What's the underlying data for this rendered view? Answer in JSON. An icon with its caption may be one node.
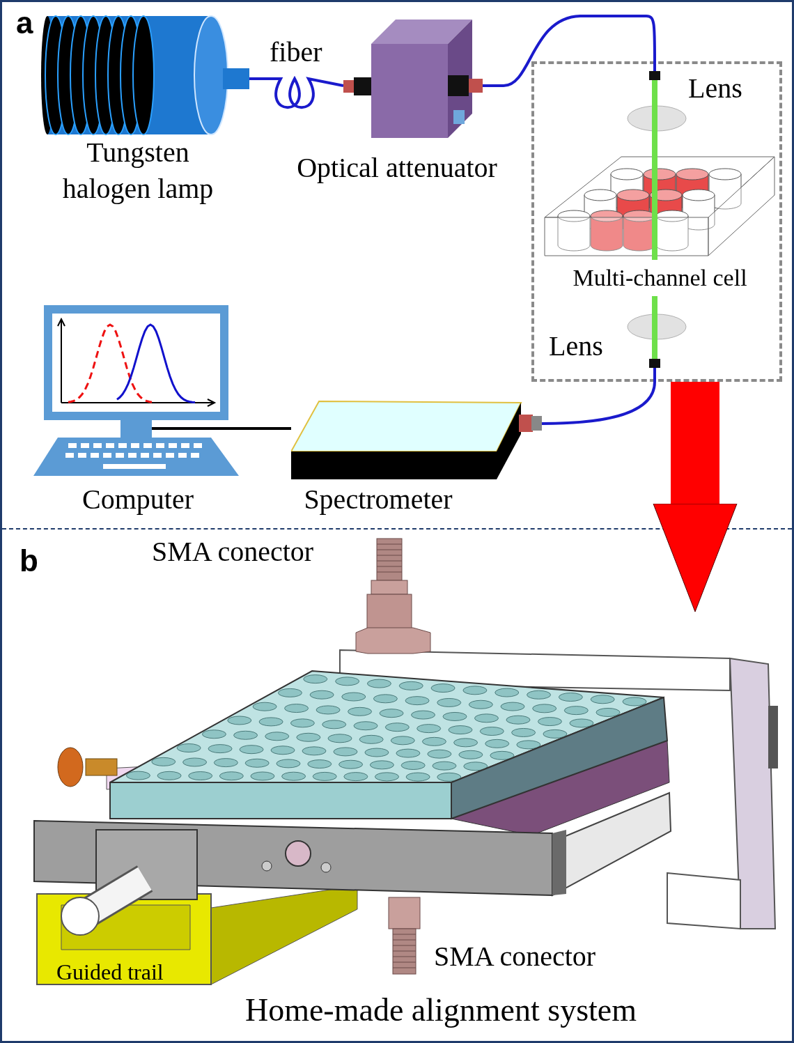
{
  "diagram": {
    "nodes": [
      {
        "text": [],
        "shape": "picture",
        "beside": [
          "Tungsten halogen lamp"
        ]
      },
      {
        "text": [],
        "shape": "picture",
        "beside": [
          "Optical attenuator"
        ]
      },
      {
        "text": [],
        "shape": "box"
      },
      {
        "text": [],
        "shape": "ellipse",
        "in": 2,
        "beside": [
          "Lens"
        ]
      },
      {
        "text": [],
        "shape": "picture",
        "in": 2,
        "beside": [
          "Multi-channel cell"
        ]
      },
      {
        "text": [],
        "shape": "ellipse",
        "in": 2,
        "beside": [
          "Lens"
        ]
      },
      {
        "text": [],
        "shape": "picture",
        "beside": [
          "Computer"
        ]
      },
      {
        "text": [],
        "shape": "box",
        "beside": [
          "Spectrometer"
        ]
      },
      {
        "text": [],
        "shape": "picture",
        "beside": [
          "Home-made alignment system"
        ]
      }
    ],
    "edges": [
      {
        "from": 0,
        "to": 1,
        "arrow": "none",
        "label": "fiber"
      },
      {
        "from": 1,
        "to": 2,
        "arrow": "none"
      },
      {
        "from": 2,
        "to": 7,
        "arrow": "none"
      },
      {
        "from": 7,
        "to": 6,
        "arrow": "none",
        "color": "#000000"
      },
      {
        "from": 2,
        "to": 8,
        "arrow": "to",
        "style": "thick",
        "color": "#ff0000"
      }
    ],
    "labels": [
      "a",
      "b",
      "SMA conector",
      "SMA conector",
      "Guided trail"
    ]
  }
}
